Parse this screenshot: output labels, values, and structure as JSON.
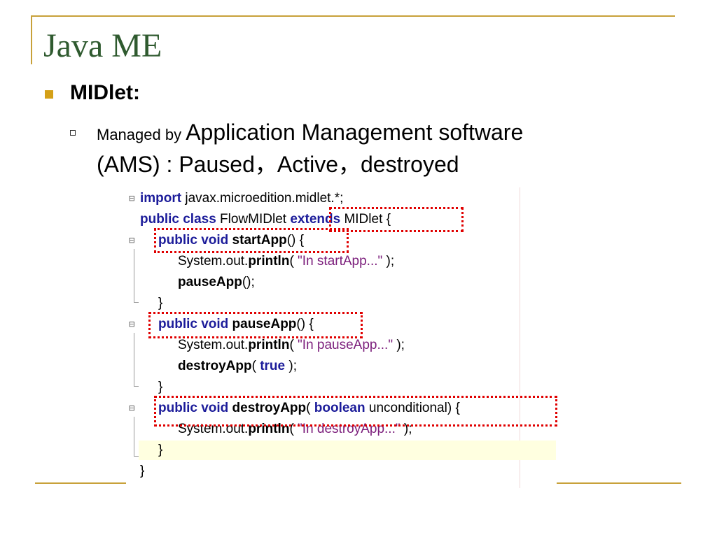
{
  "slide": {
    "title": "Java ME",
    "bullet1": "MIDlet:",
    "bullet2_prefix": "Managed by ",
    "bullet2_line1": "Application Management software",
    "bullet2_line2": "(AMS) : Paused，Active，destroyed"
  },
  "code": {
    "l1_kw": "import",
    "l1_rest": " javax.microedition.midlet.*;",
    "l2_kw": "public class",
    "l2_mid": " FlowMIDlet ",
    "l2_kw2": "extends",
    "l2_end": " MIDlet {",
    "l3_kw": "public void",
    "l3_fn": " startApp",
    "l3_end": "() {",
    "l4_a": "System.out.",
    "l4_fn": "println",
    "l4_b": "( ",
    "l4_str": "\"In startApp...\"",
    "l4_c": " );",
    "l5_fn": "pauseApp",
    "l5_end": "();",
    "l6": "}",
    "l7_kw": "public void",
    "l7_fn": " pauseApp",
    "l7_end": "() {",
    "l8_a": "System.out.",
    "l8_fn": "println",
    "l8_b": "( ",
    "l8_str": "\"In pauseApp...\"",
    "l8_c": " );",
    "l9_fn": "destroyApp",
    "l9_b": "( ",
    "l9_kw": "true",
    "l9_c": " );",
    "l10": "}",
    "l11_kw": "public void",
    "l11_fn": " destroyApp",
    "l11_b": "( ",
    "l11_kw2": "boolean",
    "l11_c": " unconditional) {",
    "l12_a": "System.out.",
    "l12_fn": "println",
    "l12_b": "( ",
    "l12_str": "\"In destroyApp...\"",
    "l12_c": " );",
    "l13": "}",
    "l14": "}"
  },
  "colors": {
    "accent": "#c8a13a",
    "title": "#2f5a2f",
    "keyword": "#1c1c9a",
    "string": "#7b1d7b",
    "highlight_box": "#e00000"
  }
}
